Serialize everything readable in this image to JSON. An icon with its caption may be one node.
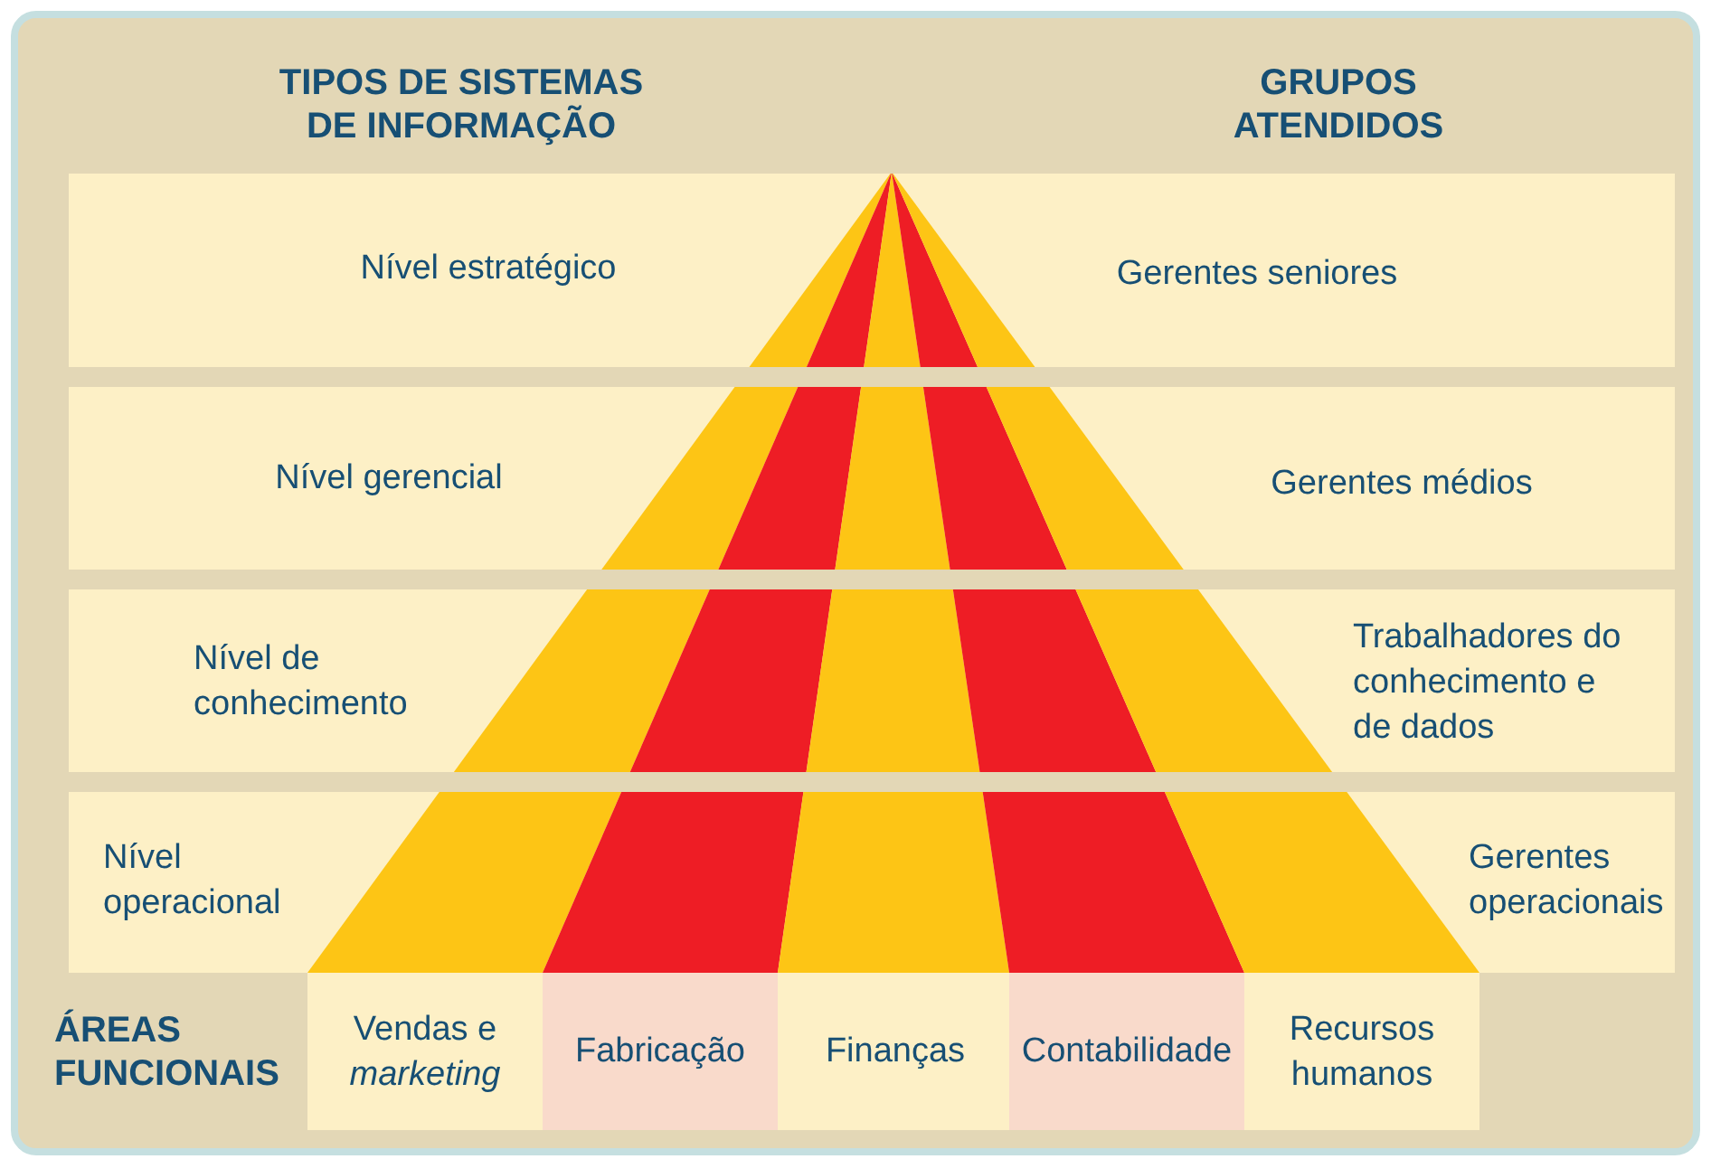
{
  "diagram": {
    "nodes": [
      {
        "text": [
          "Nível estratégico",
          "Gerentes seniores"
        ]
      },
      {
        "text": [
          "Nível gerencial",
          "Gerentes médios"
        ]
      },
      {
        "text": [
          "Nível de conhecimento",
          "Trabalhadores do conhecimento e de dados"
        ]
      },
      {
        "text": [
          "Nível operacional",
          "Gerentes operacionais"
        ]
      },
      {
        "text": [
          "Vendas e *marketing*"
        ]
      },
      {
        "text": [
          "Fabricação"
        ]
      },
      {
        "text": [
          "Finanças"
        ]
      },
      {
        "text": [
          "Contabilidade"
        ]
      },
      {
        "text": [
          "Recursos humanos"
        ]
      }
    ],
    "edges": [],
    "labels": [
      "TIPOS DE SISTEMAS DE INFORMAÇÃO",
      "GRUPOS ATENDIDOS",
      "ÁREAS FUNCIONAIS"
    ]
  }
}
